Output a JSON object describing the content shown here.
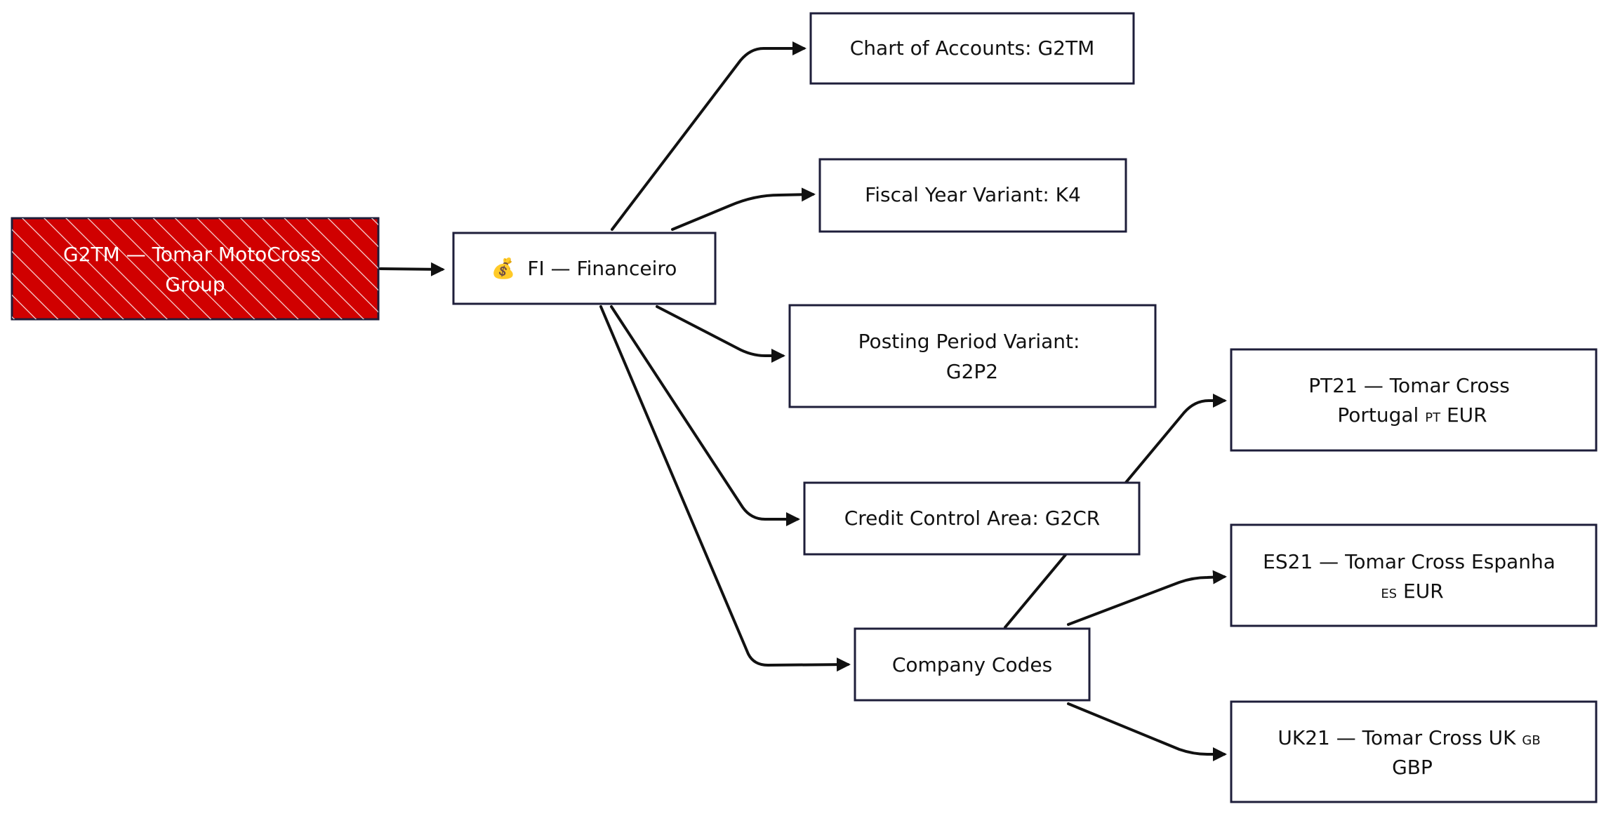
{
  "diagram": {
    "type": "hierarchy",
    "colors": {
      "root_fill": "#d00000",
      "border": "#1e1e3a",
      "edge": "#111111",
      "text": "#111111",
      "root_text": "#ffffff"
    },
    "nodes": {
      "root": {
        "line1": "G2TM — Tomar MotoCross",
        "line2": "Group"
      },
      "fi": {
        "icon": "money-bag-icon",
        "glyph": "💰",
        "label": "FI — Financeiro"
      },
      "coa": {
        "label": "Chart of Accounts: G2TM"
      },
      "fyv": {
        "label": "Fiscal Year Variant: K4"
      },
      "ppv": {
        "line1": "Posting Period Variant:",
        "line2": "G2P2"
      },
      "cca": {
        "label": "Credit Control Area: G2CR"
      },
      "cc": {
        "label": "Company Codes"
      },
      "pt21": {
        "line1": "PT21 — Tomar Cross",
        "line2_pre": "Portugal ",
        "flag": "PT",
        "line2_post": " EUR"
      },
      "es21": {
        "line1": "ES21 — Tomar Cross Espanha",
        "flag": "ES",
        "line2_post": " EUR"
      },
      "uk21": {
        "line1_pre": "UK21 — Tomar Cross UK ",
        "flag": "GB",
        "line2": "GBP"
      }
    },
    "edges": [
      {
        "from": "root",
        "to": "fi"
      },
      {
        "from": "fi",
        "to": "coa"
      },
      {
        "from": "fi",
        "to": "fyv"
      },
      {
        "from": "fi",
        "to": "ppv"
      },
      {
        "from": "fi",
        "to": "cca"
      },
      {
        "from": "fi",
        "to": "cc"
      },
      {
        "from": "cc",
        "to": "pt21"
      },
      {
        "from": "cc",
        "to": "es21"
      },
      {
        "from": "cc",
        "to": "uk21"
      }
    ]
  }
}
